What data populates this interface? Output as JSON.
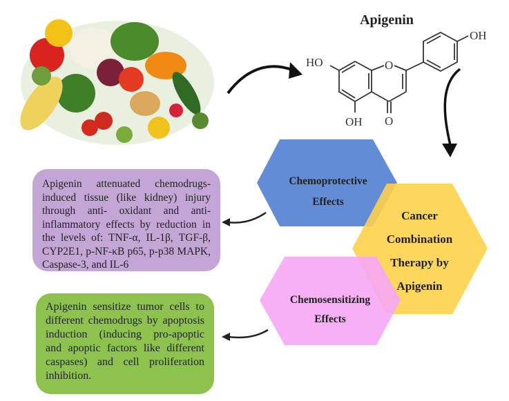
{
  "molecule": {
    "name": "Apigenin",
    "labels": {
      "ho_left": "HO",
      "oh_top": "OH",
      "oh_bottom": "OH",
      "ring_o": "O",
      "carbonyl_o": "O"
    }
  },
  "hexagons": {
    "chemoprotective": {
      "line1": "Chemoprotective",
      "line2": "Effects",
      "color": "#5b86d4"
    },
    "center": {
      "line1": "Cancer",
      "line2": "Combination",
      "line3": "Therapy by",
      "line4": "Apigenin",
      "color": "#fdd24a"
    },
    "chemosensitizing": {
      "line1": "Chemosensitizing",
      "line2": "Effects",
      "color": "#f6a8f4"
    }
  },
  "boxes": {
    "chemoprotective_text": "Apigenin attenuated chemodrugs-induced tissue (like kidney) injury through anti- oxidant and anti-inflammatory effects by reduction in the levels of: TNF-α, IL-1β, TGF-β, CYP2E1, p-NF-κB p65, p-p38 MAPK, Caspase-3, and IL-6",
    "chemosensitizing_text": "Apigenin sensitize tumor cells to different chemodrugs by apoptosis induction (inducing pro-apoptic and apoptic factors like different caspases) and cell proliferation inhibition."
  },
  "colors": {
    "purple_box": "#c3a5d6",
    "green_box": "#8dc24f"
  }
}
